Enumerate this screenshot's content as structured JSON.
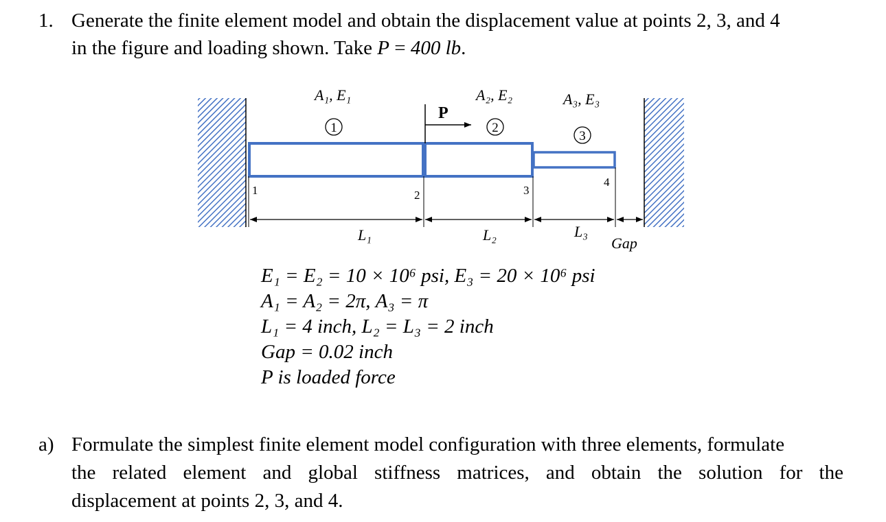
{
  "question": {
    "number": "1.",
    "line1": "Generate the finite element model and obtain the displacement value at points 2, 3, and 4",
    "line2_prefix": "in the figure and loading shown. Take ",
    "line2_var": "P",
    "line2_eq": " = ",
    "line2_val": "400 lb",
    "line2_end": "."
  },
  "figure": {
    "colors": {
      "bar": "#4472c4",
      "wall_hatch": "#4472c4",
      "ink": "#000000"
    },
    "labels": {
      "a1e1": "A₁, E₁",
      "a2e2": "A₂, E₂",
      "a3e3": "A₃, E₃",
      "force": "P",
      "elem1": "1",
      "elem2": "2",
      "elem3": "3",
      "node1": "1",
      "node2": "2",
      "node3": "3",
      "node4": "4",
      "len1": "L₁",
      "len2": "L₂",
      "len3": "L₃",
      "gap": "Gap"
    }
  },
  "params": {
    "p1": "E₁ = E₂ = 10 × 10⁶ psi,  E₃ = 20 × 10⁶ psi",
    "p2": "A₁ = A₂ = 2π,  A₃ = π",
    "p3": "L₁ = 4 inch, L₂ = L₃ = 2 inch",
    "p4": "Gap = 0.02 inch",
    "p5": "P is loaded force"
  },
  "part_a": {
    "label": "a)",
    "line1": "Formulate the simplest finite element model configuration with three elements, formulate",
    "line2_words": [
      "the",
      "related",
      "element",
      "and",
      "global",
      "stiffness",
      "matrices,",
      "and",
      "obtain",
      "the",
      "solution",
      "for",
      "the"
    ],
    "line3": "displacement at points 2, 3, and 4."
  }
}
